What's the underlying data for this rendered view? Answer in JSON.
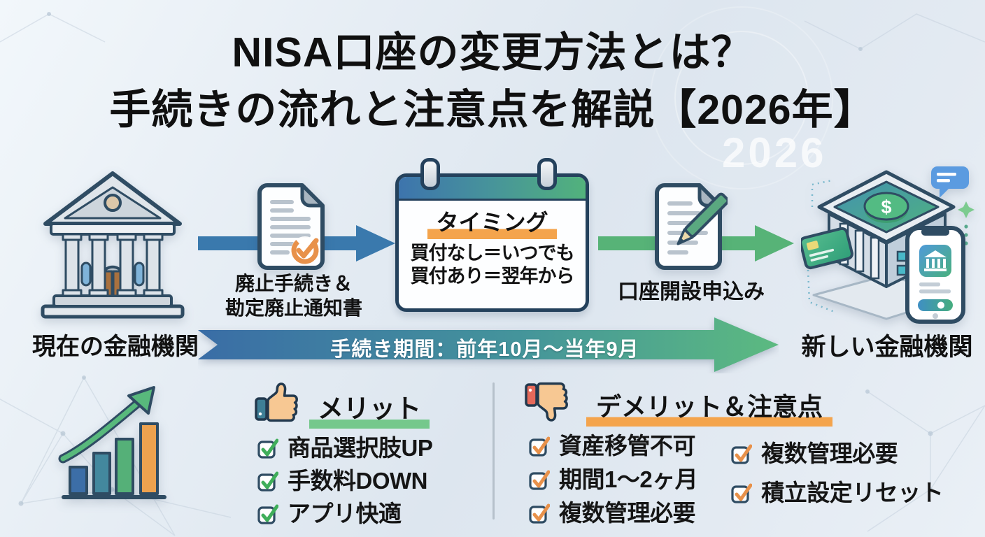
{
  "title": {
    "line1": "NISA口座の変更方法とは？",
    "line2": "手続きの流れと注意点を解説【2026年】"
  },
  "watermark": "2026",
  "flow": {
    "current_bank_label": "現在の金融機関",
    "abolition_label_line1": "廃止手続き＆",
    "abolition_label_line2": "勘定廃止通知書",
    "calendar_title": "タイミング",
    "calendar_line1": "買付なし＝いつでも",
    "calendar_line2": "買付あり＝翌年から",
    "application_label": "口座開設申込み",
    "new_bank_label": "新しい金融機関",
    "period_text": "手続き期間：前年10月〜当年9月",
    "coin_symbol": "$"
  },
  "merits": {
    "title": "メリット",
    "items": [
      "商品選択肢UP",
      "手数料DOWN",
      "アプリ快適"
    ]
  },
  "demerits": {
    "title": "デメリット＆注意点",
    "items_left": [
      "資産移管不可",
      "期間1〜2ヶ月",
      "複数管理必要"
    ],
    "items_right": [
      "複数管理必要",
      "積立設定リセット"
    ]
  },
  "colors": {
    "accent_blue": "#3a79ab",
    "accent_green": "#57b377",
    "accent_orange": "#f4a44c",
    "outline_navy": "#2f4c63",
    "check_green": "#3fae5a",
    "check_orange": "#e8914a",
    "period_arrow_start": "#3a6da6",
    "period_arrow_end": "#5cba80"
  }
}
